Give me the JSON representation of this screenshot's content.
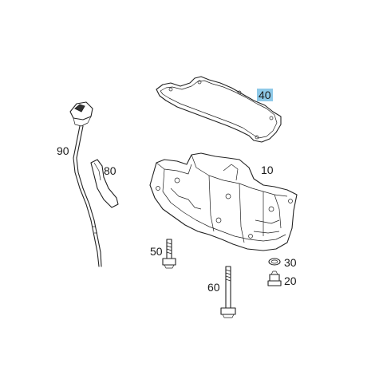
{
  "callouts": {
    "c10": "10",
    "c20": "20",
    "c30": "30",
    "c40": "40",
    "c50": "50",
    "c60": "60",
    "c80": "80",
    "c90": "90"
  },
  "colors": {
    "highlight": "#8ec9e8",
    "line": "#222222",
    "background": "#ffffff"
  }
}
